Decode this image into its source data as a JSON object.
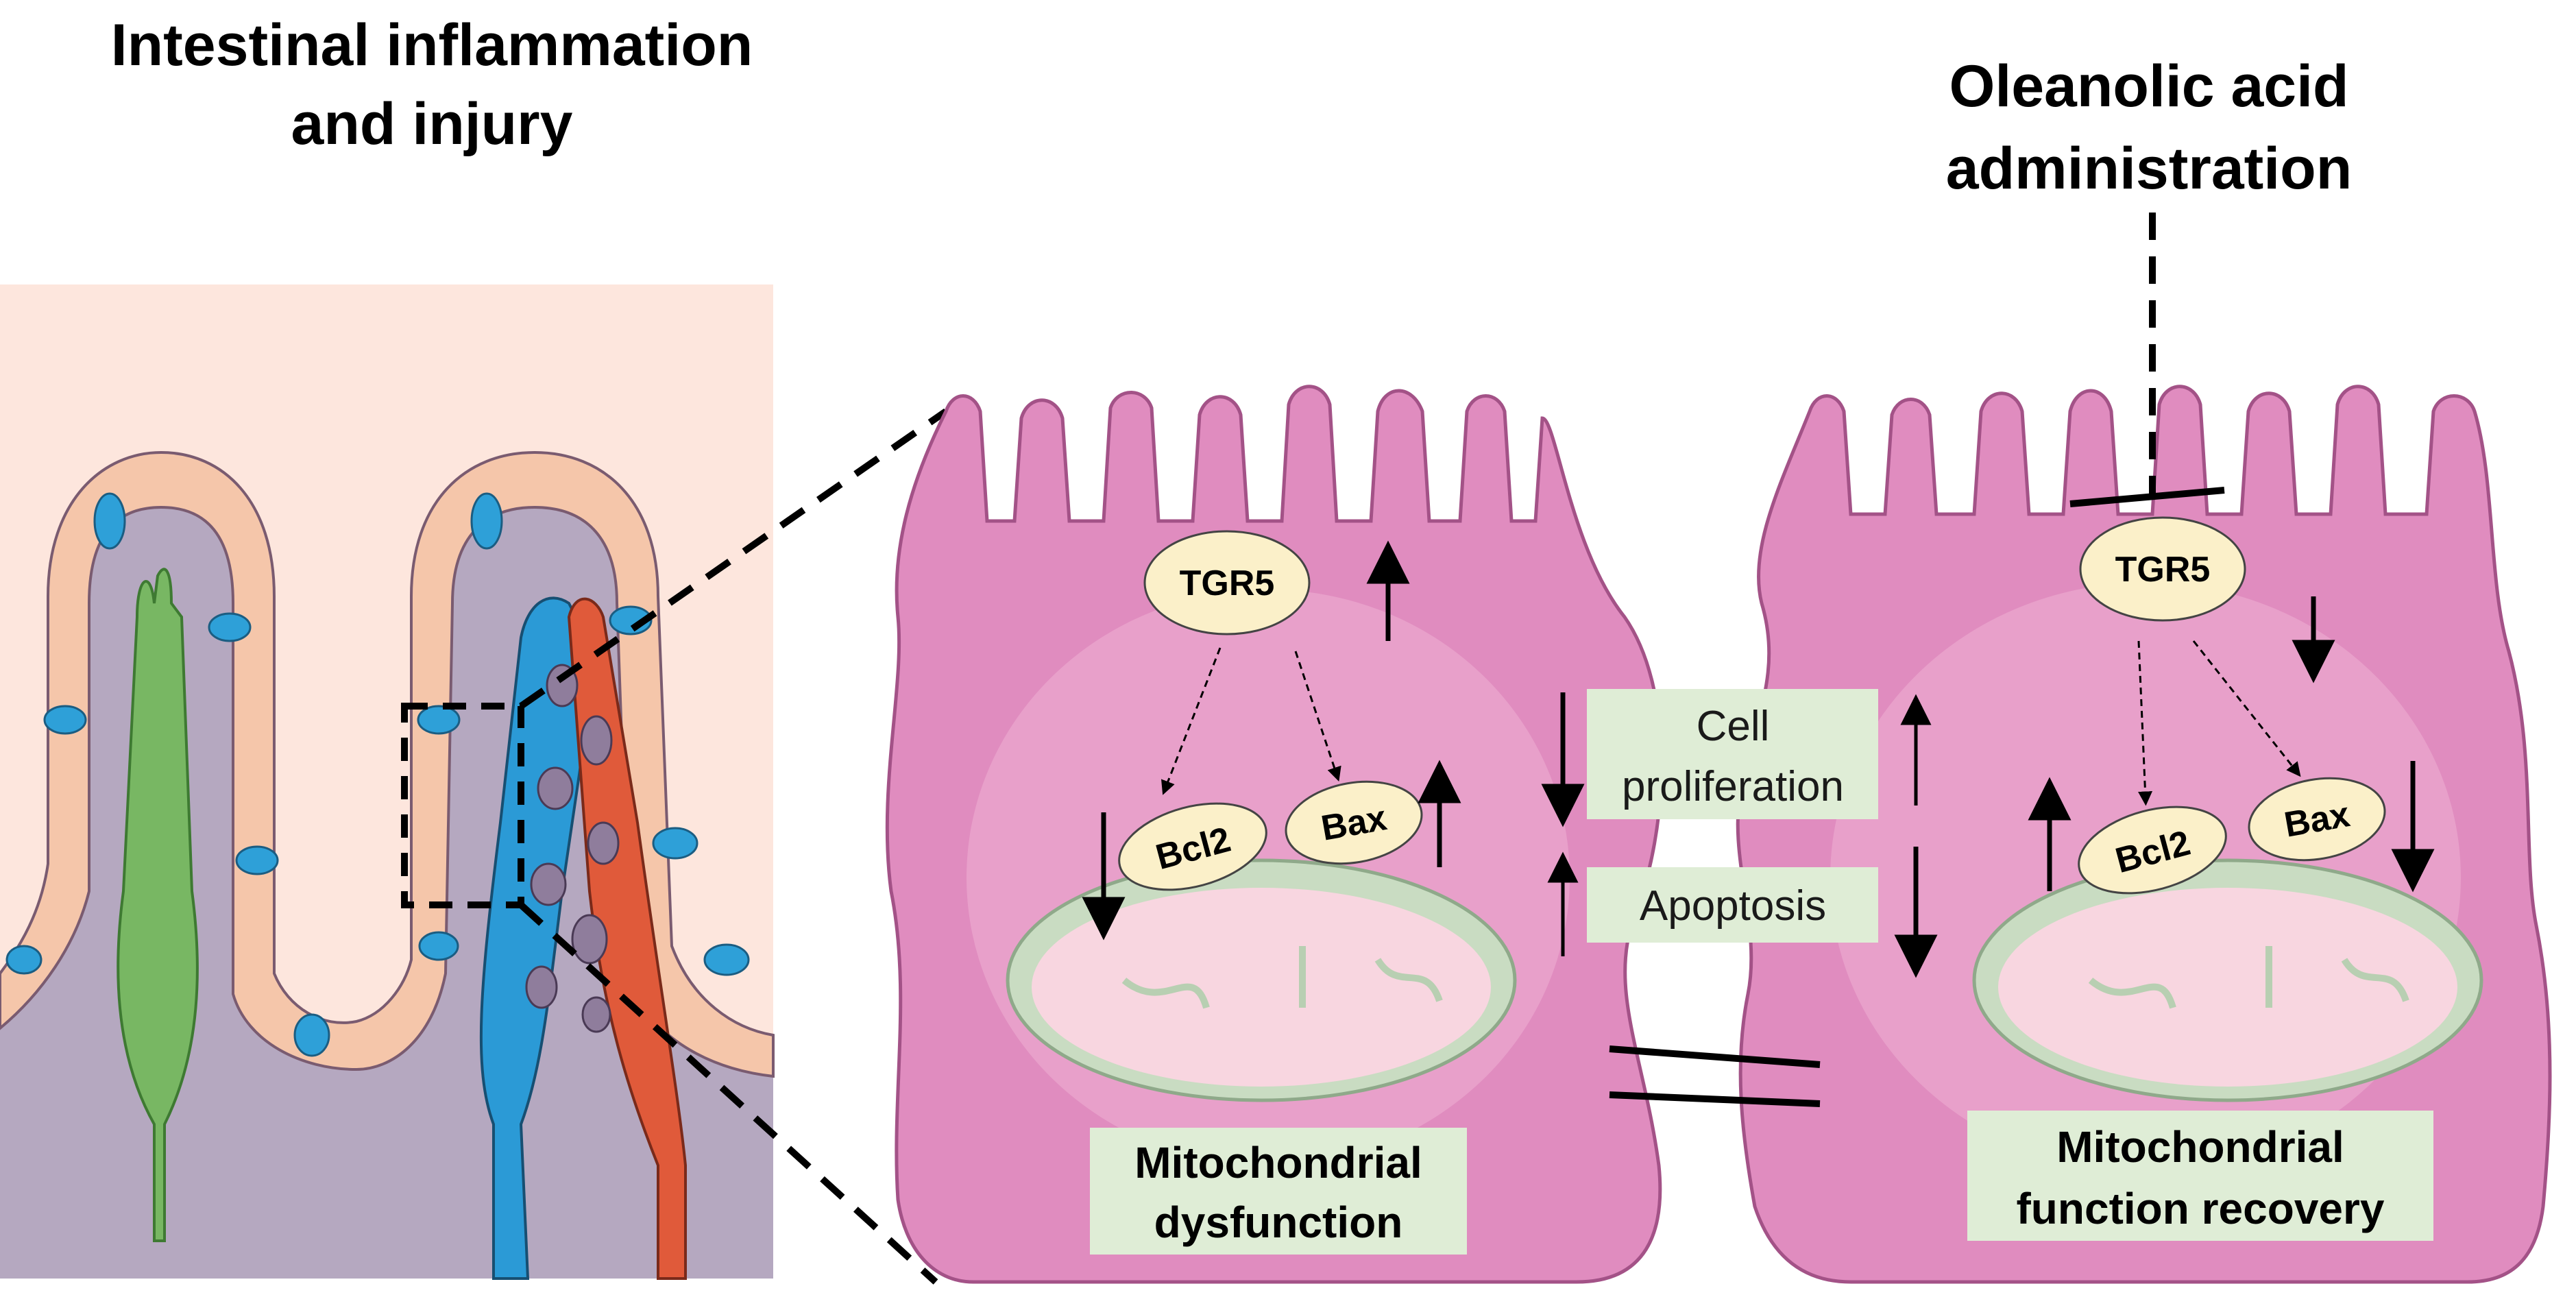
{
  "titles": {
    "left_line1": "Intestinal inflammation",
    "left_line2": "and injury",
    "right_line1": "Oleanolic acid",
    "right_line2": "administration"
  },
  "labels": {
    "tgr5": "TGR5",
    "bcl2": "Bcl2",
    "bax": "Bax",
    "cell_line1": "Cell",
    "cell_line2": "proliferation",
    "apoptosis": "Apoptosis",
    "dysfunction_line1": "Mitochondrial",
    "dysfunction_line2": "dysfunction",
    "recovery_line1": "Mitochondrial",
    "recovery_line2": "function recovery"
  },
  "colors": {
    "cell_pink": "#e08cbf",
    "cell_inner": "#eeb0d4",
    "label_box": "#dfedd6",
    "oval": "#fbf0c9",
    "mito_outer": "#c9dcc2",
    "mito_inner": "#f8d6e0",
    "tissue_bg": "#fde6dd",
    "lamina": "#b5a8c0",
    "vessel_blue": "#2b9ad6",
    "vessel_red": "#e05a3a",
    "lacteal_green": "#78b763"
  },
  "icons": {
    "up": "up-arrow-icon",
    "down": "down-arrow-icon",
    "inhibit": "inhibition-bar-icon",
    "not_equal": "not-equal-icon"
  }
}
